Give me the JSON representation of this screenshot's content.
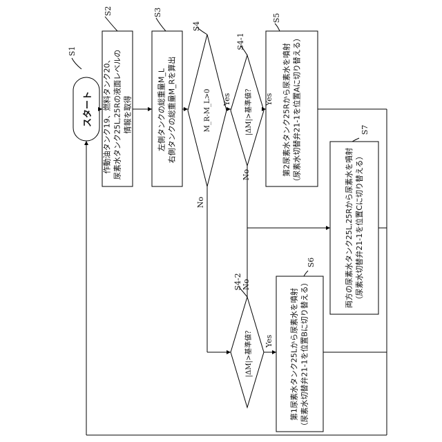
{
  "step_labels": {
    "s1": "S1",
    "s2": "S2",
    "s3": "S3",
    "s4": "S4",
    "s4_1": "S4-1",
    "s4_2": "S4-2",
    "s5": "S5",
    "s6": "S6",
    "s7": "S7"
  },
  "start": {
    "text": "スタート"
  },
  "s2": {
    "lines": [
      "作動油タンク19、燃料タンク20、",
      "尿素水タンク25L,25Rの液面レベルの",
      "情報を取得"
    ]
  },
  "s3": {
    "lines": [
      "左側タンクの総重量M_L",
      "右側タンクの総重量M_Rを算出"
    ]
  },
  "s4": {
    "condition": "M_R-M_L>0"
  },
  "s4_1": {
    "condition": "|ΔM|>基準値？"
  },
  "s4_2": {
    "condition": "|ΔM|>基準値？"
  },
  "s5": {
    "lines": [
      "第2尿素水タンク25Rから尿素水を噴射",
      "（尿素水切替弁21-1を位置Aに切り替える）"
    ]
  },
  "s6": {
    "lines": [
      "第1尿素水タンク25Lから尿素水を噴射",
      "（尿素水切替弁21-1を位置Bに切り替える）"
    ]
  },
  "s7": {
    "lines": [
      "両方の尿素水タンク25L,25Rから尿素水を噴射",
      "（尿素水切替弁21-1を位置Cに切り替える）"
    ]
  },
  "branch_labels": {
    "yes": "Yes",
    "no": "No"
  }
}
